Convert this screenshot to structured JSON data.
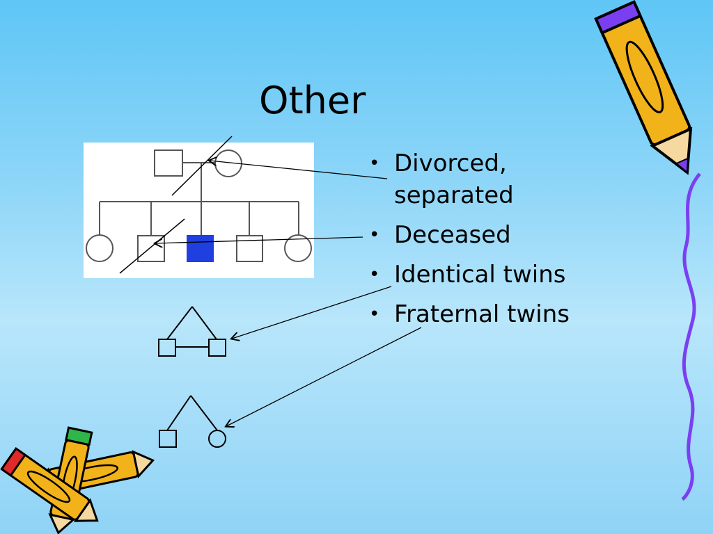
{
  "slide": {
    "title": "Other",
    "bullets": [
      "Divorced, separated",
      "Deceased",
      "Identical twins",
      "Fraternal twins"
    ]
  },
  "colors": {
    "background_top": "#5fc6f6",
    "background_mid": "#b8e6fb",
    "affected_fill": "#1f3fe0",
    "pedigree_stroke": "#555555",
    "pencil_body": "#f2b21a",
    "pencil_outline": "#000000",
    "squiggle": "#7b3ff2"
  },
  "decorations": {
    "icons": [
      "pencil-icon",
      "crossed-pencils-icon",
      "wavy-line"
    ]
  }
}
